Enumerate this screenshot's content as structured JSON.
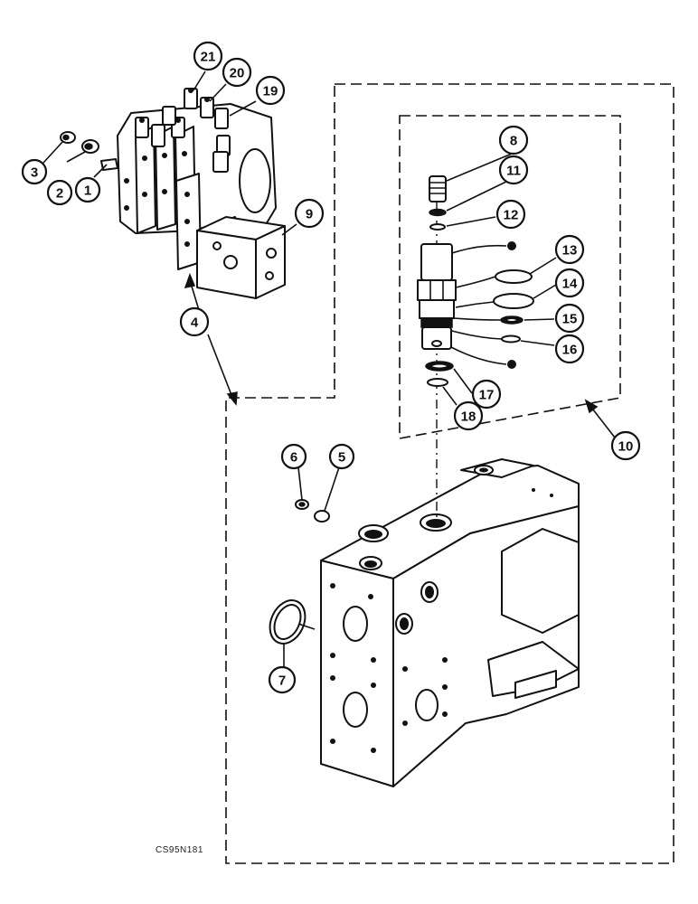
{
  "figure_code": "CS95N181",
  "callouts": [
    {
      "id": "c1",
      "label": "1"
    },
    {
      "id": "c2",
      "label": "2"
    },
    {
      "id": "c3",
      "label": "3"
    },
    {
      "id": "c4",
      "label": "4"
    },
    {
      "id": "c5",
      "label": "5"
    },
    {
      "id": "c6",
      "label": "6"
    },
    {
      "id": "c7",
      "label": "7"
    },
    {
      "id": "c8",
      "label": "8"
    },
    {
      "id": "c9",
      "label": "9"
    },
    {
      "id": "c10",
      "label": "10"
    },
    {
      "id": "c11",
      "label": "11"
    },
    {
      "id": "c12",
      "label": "12"
    },
    {
      "id": "c13",
      "label": "13"
    },
    {
      "id": "c14",
      "label": "14"
    },
    {
      "id": "c15",
      "label": "15"
    },
    {
      "id": "c16",
      "label": "16"
    },
    {
      "id": "c17",
      "label": "17"
    },
    {
      "id": "c18",
      "label": "18"
    },
    {
      "id": "c19",
      "label": "19"
    },
    {
      "id": "c20",
      "label": "20"
    },
    {
      "id": "c21",
      "label": "21"
    }
  ]
}
